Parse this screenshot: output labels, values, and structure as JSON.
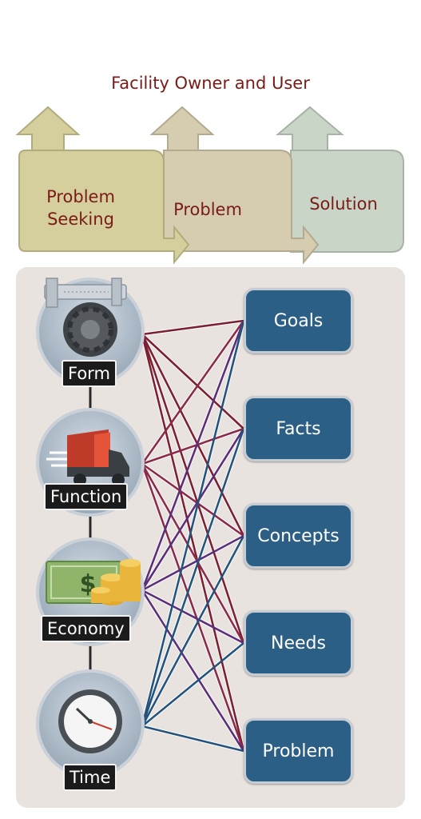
{
  "title": "Facility Owner and User",
  "phases": [
    {
      "label_line1": "Problem",
      "label_line2": "Seeking",
      "color": "#d5cf9d"
    },
    {
      "label": "Problem",
      "color": "#d6cdb1"
    },
    {
      "label": "Solution",
      "color": "#c9d5c6"
    }
  ],
  "factors": [
    {
      "label": "Form",
      "icon": "gear-caliper-icon"
    },
    {
      "label": "Function",
      "icon": "truck-icon"
    },
    {
      "label": "Economy",
      "icon": "money-icon"
    },
    {
      "label": "Time",
      "icon": "clock-icon"
    }
  ],
  "outputs": [
    "Goals",
    "Facts",
    "Concepts",
    "Needs",
    "Problem"
  ],
  "colors": {
    "title_text": "#7a1b17",
    "panel": "#e8e3df",
    "output_box": "#2c5f85",
    "line_form": "#7c2032",
    "line_function": "#8c2a4a",
    "line_economy": "#5c2f7a",
    "line_time": "#24537e"
  }
}
